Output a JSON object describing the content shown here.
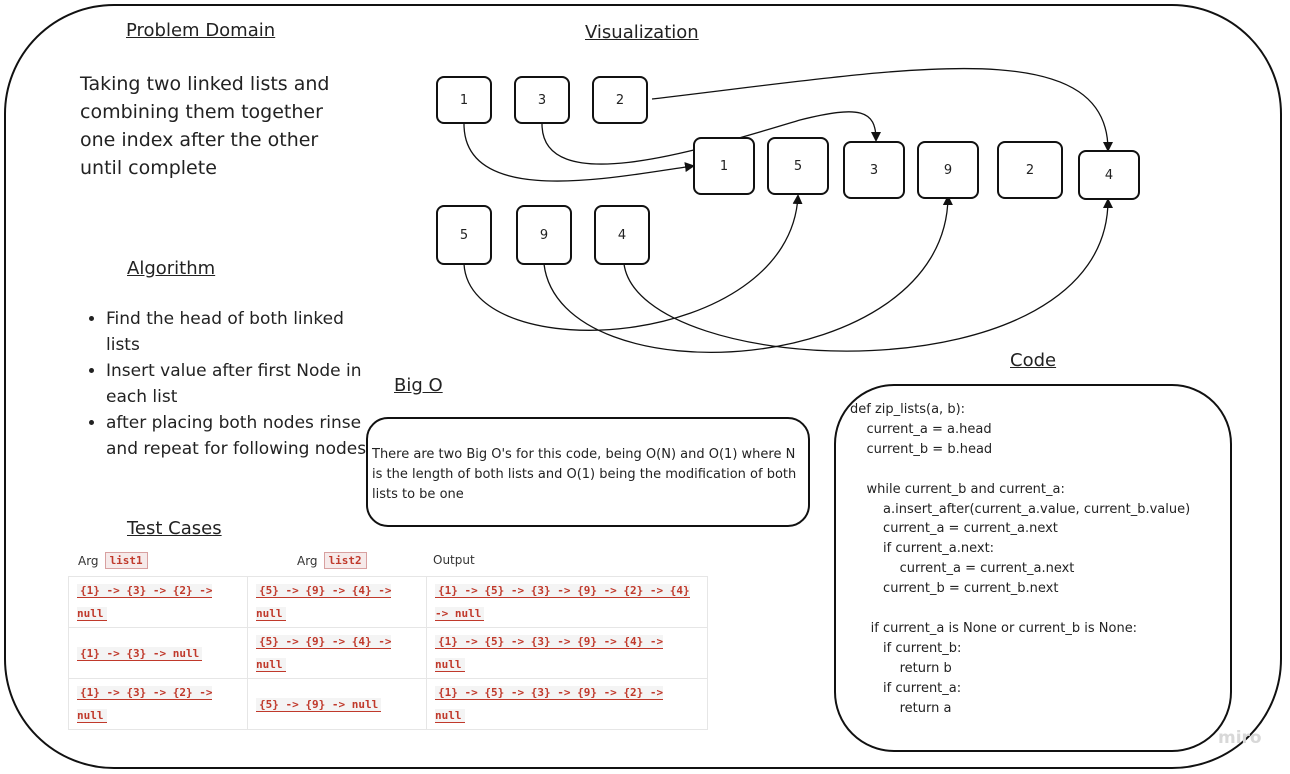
{
  "problem_domain": {
    "heading": "Problem Domain",
    "text": "Taking two linked lists and combining them together one index after the other until complete"
  },
  "algorithm": {
    "heading": "Algorithm",
    "steps": [
      "Find the head of both linked lists",
      "Insert value after first Node in each list",
      "after placing both nodes rinse and repeat for following nodes"
    ]
  },
  "visualization": {
    "heading": "Visualization",
    "list_a": [
      "1",
      "3",
      "2"
    ],
    "list_b": [
      "5",
      "9",
      "4"
    ],
    "merged": [
      "1",
      "5",
      "3",
      "9",
      "2",
      "4"
    ]
  },
  "big_o": {
    "heading": "Big O",
    "text": "There are two Big O's for this code, being O(N) and O(1) where N is the length of both lists and O(1) being the modification of both lists to be one"
  },
  "code": {
    "heading": "Code",
    "text": "def zip_lists(a, b):\n    current_a = a.head\n    current_b = b.head\n\n    while current_b and current_a:\n        a.insert_after(current_a.value, current_b.value)\n        current_a = current_a.next\n        if current_a.next:\n            current_a = current_a.next\n        current_b = current_b.next\n\n     if current_a is None or current_b is None:\n        if current_b:\n            return b\n        if current_a:\n            return a"
  },
  "test_cases": {
    "heading": "Test Cases",
    "arg1_label": "Arg",
    "arg1_tag": "list1",
    "arg2_label": "Arg",
    "arg2_tag": "list2",
    "output_label": "Output",
    "rows": [
      [
        "{1} -> {3} -> {2} -> null",
        "{5} -> {9} -> {4} -> null",
        "{1} -> {5} -> {3} -> {9} -> {2} -> {4} -> null"
      ],
      [
        "{1} -> {3} -> null",
        "{5} -> {9} -> {4} -> null",
        "{1} -> {5} -> {3} -> {9} -> {4} -> null"
      ],
      [
        "{1} -> {3} -> {2} -> null",
        "{5} -> {9} -> null",
        "{1} -> {5} -> {3} -> {9} -> {2} -> null"
      ]
    ]
  },
  "watermark": "miro"
}
